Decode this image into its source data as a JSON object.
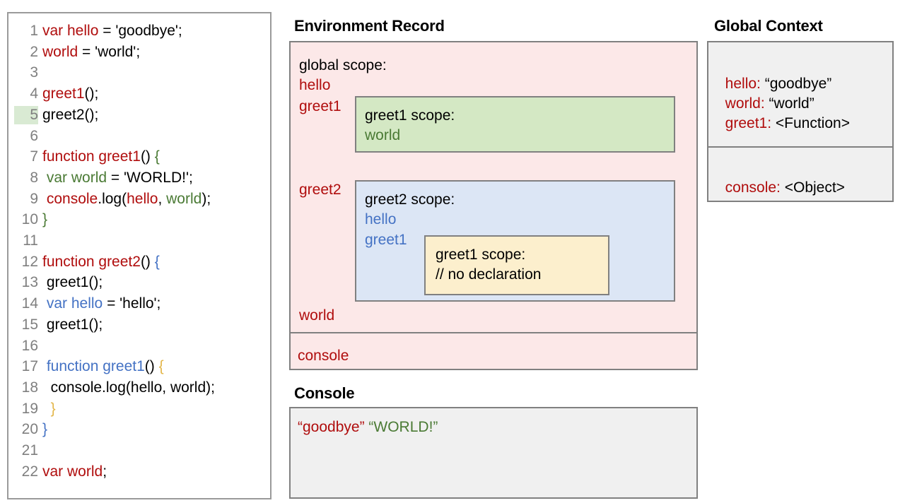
{
  "code_panel": {
    "name": "javascript-source-code",
    "highlighted_line": 5,
    "lines": [
      {
        "n": "1",
        "tokens": [
          {
            "t": "var hello",
            "c": "red"
          },
          {
            "t": " = 'goodbye';",
            "c": "black"
          }
        ]
      },
      {
        "n": "2",
        "tokens": [
          {
            "t": "world",
            "c": "red"
          },
          {
            "t": " = 'world';",
            "c": "black"
          }
        ]
      },
      {
        "n": "3",
        "tokens": []
      },
      {
        "n": "4",
        "tokens": [
          {
            "t": "greet1",
            "c": "red"
          },
          {
            "t": "();",
            "c": "black"
          }
        ]
      },
      {
        "n": "5",
        "tokens": [
          {
            "t": "greet2();",
            "c": "black"
          }
        ]
      },
      {
        "n": "6",
        "tokens": []
      },
      {
        "n": "7",
        "tokens": [
          {
            "t": "function greet1",
            "c": "red"
          },
          {
            "t": "() ",
            "c": "black"
          },
          {
            "t": "{",
            "c": "green"
          }
        ]
      },
      {
        "n": "8",
        "tokens": [
          {
            "t": " ",
            "c": "black"
          },
          {
            "t": "var world",
            "c": "green"
          },
          {
            "t": " = 'WORLD!';",
            "c": "black"
          }
        ]
      },
      {
        "n": "9",
        "tokens": [
          {
            "t": " ",
            "c": "black"
          },
          {
            "t": "console",
            "c": "red"
          },
          {
            "t": ".log(",
            "c": "black"
          },
          {
            "t": "hello",
            "c": "red"
          },
          {
            "t": ", ",
            "c": "black"
          },
          {
            "t": "world",
            "c": "green"
          },
          {
            "t": ");",
            "c": "black"
          }
        ]
      },
      {
        "n": "10",
        "tokens": [
          {
            "t": "}",
            "c": "green"
          }
        ]
      },
      {
        "n": "11",
        "tokens": []
      },
      {
        "n": "12",
        "tokens": [
          {
            "t": "function greet2",
            "c": "red"
          },
          {
            "t": "() ",
            "c": "black"
          },
          {
            "t": "{",
            "c": "blue"
          }
        ]
      },
      {
        "n": "13",
        "tokens": [
          {
            "t": " greet1();",
            "c": "black"
          }
        ]
      },
      {
        "n": "14",
        "tokens": [
          {
            "t": " ",
            "c": "black"
          },
          {
            "t": "var hello",
            "c": "blue"
          },
          {
            "t": " = 'hello';",
            "c": "black"
          }
        ]
      },
      {
        "n": "15",
        "tokens": [
          {
            "t": " greet1();",
            "c": "black"
          }
        ]
      },
      {
        "n": "16",
        "tokens": []
      },
      {
        "n": "17",
        "tokens": [
          {
            "t": " ",
            "c": "black"
          },
          {
            "t": "function greet1",
            "c": "blue"
          },
          {
            "t": "() ",
            "c": "black"
          },
          {
            "t": "{",
            "c": "yellow"
          }
        ]
      },
      {
        "n": "18",
        "tokens": [
          {
            "t": "  console.log(hello, world);",
            "c": "black"
          }
        ]
      },
      {
        "n": "19",
        "tokens": [
          {
            "t": "  ",
            "c": "black"
          },
          {
            "t": "}",
            "c": "yellow"
          }
        ]
      },
      {
        "n": "20",
        "tokens": [
          {
            "t": "}",
            "c": "blue"
          }
        ]
      },
      {
        "n": "21",
        "tokens": []
      },
      {
        "n": "22",
        "tokens": [
          {
            "t": "var world",
            "c": "red"
          },
          {
            "t": ";",
            "c": "black"
          }
        ]
      }
    ]
  },
  "environment_record": {
    "title": "Environment Record",
    "global_scope": {
      "heading": "global scope:",
      "bindings_before": [
        "hello",
        "greet1"
      ],
      "binding_greet2": "greet2",
      "binding_world": "world"
    },
    "greet1_scope_outer": {
      "heading": "greet1 scope:",
      "bindings": [
        "world"
      ]
    },
    "greet2_scope": {
      "heading": "greet2 scope:",
      "bindings": [
        "hello",
        "greet1"
      ]
    },
    "greet1_scope_inner": {
      "heading": "greet1 scope:",
      "bindings": [
        "// no declaration"
      ]
    },
    "console_section": {
      "label": "console"
    }
  },
  "global_context": {
    "title": "Global Context",
    "rows": [
      {
        "key": "hello:",
        "value": " “goodbye”"
      },
      {
        "key": "world:",
        "value": " “world”"
      },
      {
        "key": "greet1:",
        "value": " <Function>"
      }
    ],
    "console_row": {
      "key": "console:",
      "value": " <Object>"
    }
  },
  "console_panel": {
    "title": "Console",
    "output": [
      {
        "text": "“goodbye”",
        "color": "red"
      },
      {
        "text": " ",
        "color": "black"
      },
      {
        "text": "“WORLD!”",
        "color": "green"
      }
    ]
  },
  "colors": {
    "red": "#b00d0d",
    "blue": "#4472c4",
    "green": "#4a7a34",
    "yellow": "#e3b64a",
    "pink_fill": "#fce8e8",
    "green_fill": "#d4e8c4",
    "blue_fill": "#dce6f5",
    "yellow_fill": "#fcefcd",
    "gray_fill": "#f0f0f0",
    "border_gray": "#808080",
    "line_highlight": "#d9ead3"
  }
}
